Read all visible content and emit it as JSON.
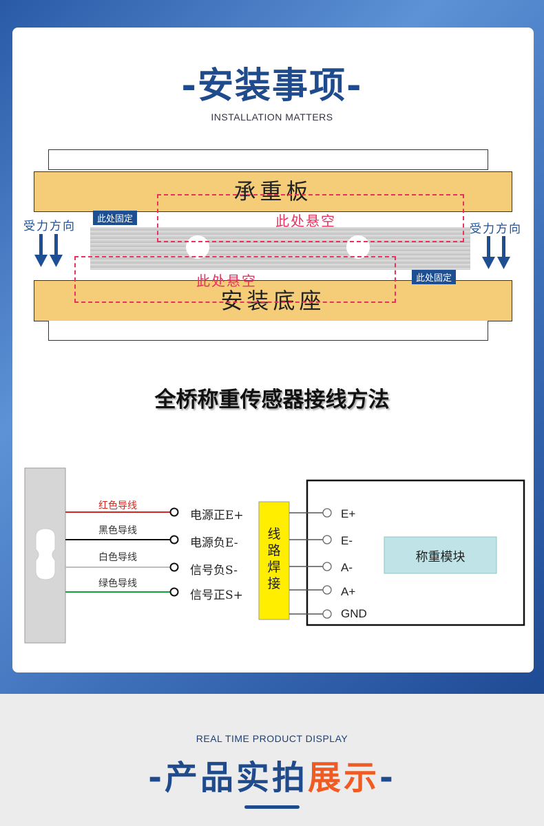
{
  "section1": {
    "title": "-安装事项-",
    "subtitle": "INSTALLATION MATTERS"
  },
  "installation": {
    "top_plate": "承重板",
    "bottom_plate": "安装底座",
    "suspended_label_top": "此处悬空",
    "suspended_label_bottom": "此处悬空",
    "fixed_label_left": "此处固定",
    "fixed_label_right": "此处固定",
    "force_left": "受力方向",
    "force_right": "受力方向"
  },
  "wiring": {
    "title": "全桥称重传感器接线方法",
    "wires": [
      {
        "label": "红色导线",
        "color": "#d8261e",
        "terminal": "电源正E+"
      },
      {
        "label": "黑色导线",
        "color": "#111111",
        "terminal": "电源负E-"
      },
      {
        "label": "白色导线",
        "color": "#bdbdbd",
        "terminal": "信号负S-"
      },
      {
        "label": "绿色导线",
        "color": "#12a33a",
        "terminal": "信号正S+"
      }
    ],
    "solder_box": [
      "线",
      "路",
      "焊",
      "接"
    ],
    "module_pins": [
      "E+",
      "E-",
      "A-",
      "A+",
      "GND"
    ],
    "module_name": "称重模块"
  },
  "section2": {
    "subtitle": "REAL TIME PRODUCT DISPLAY",
    "title_part1": "-产品实拍",
    "title_part2": "展示",
    "title_part3": "-"
  },
  "colors": {
    "brand_blue": "#1f4b8c",
    "plate": "#f5cd78",
    "dashed": "#e8315f",
    "accent_orange": "#f05a23",
    "solder_yellow": "#ffee00",
    "module_fill": "#bfe3e6"
  }
}
